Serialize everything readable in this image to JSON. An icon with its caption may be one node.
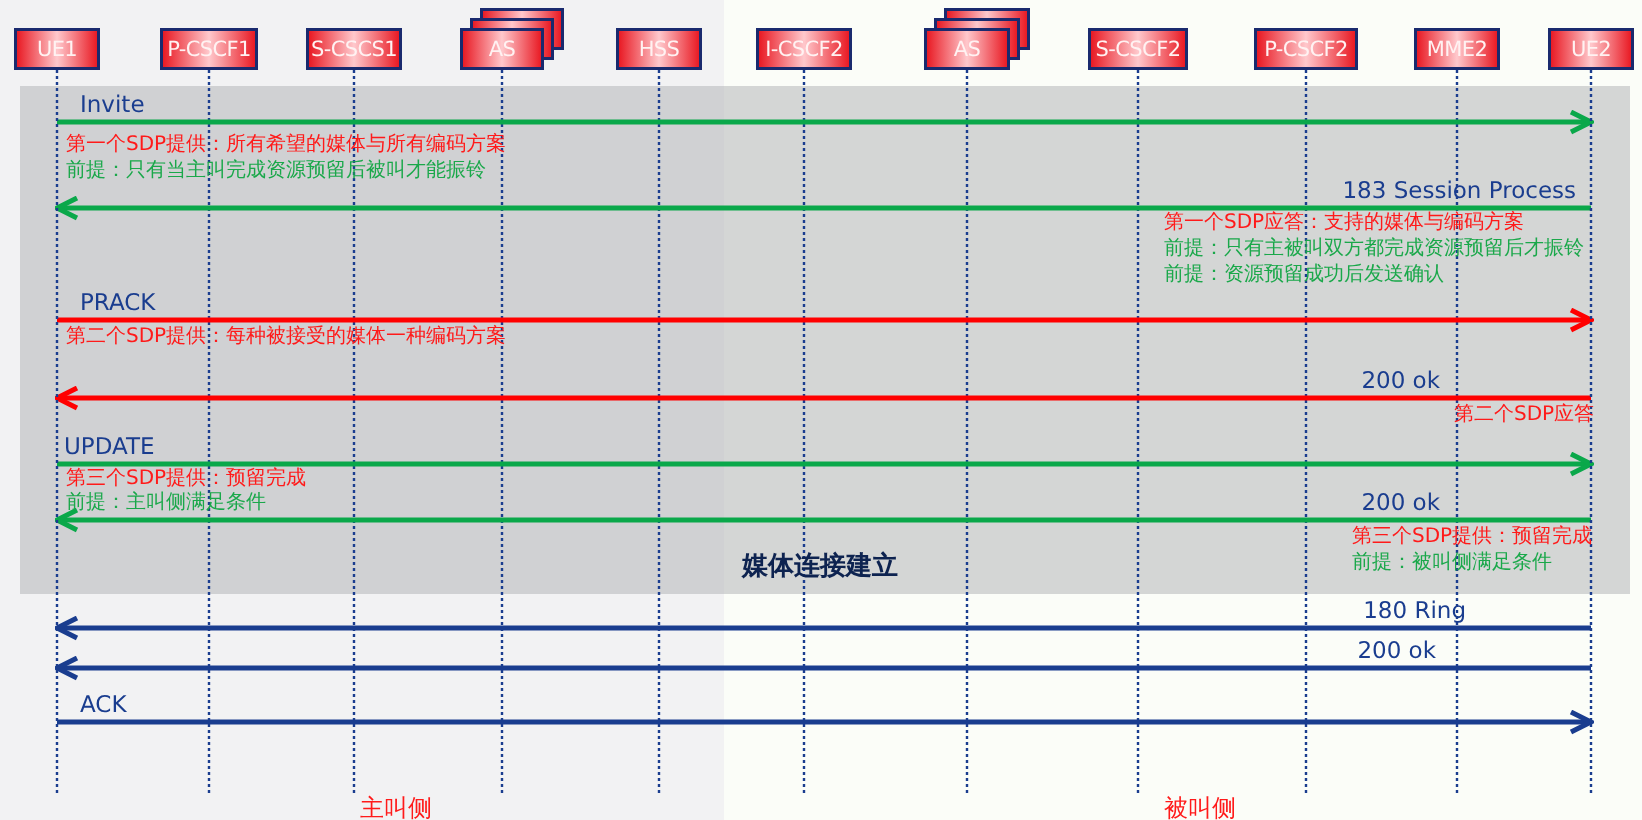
{
  "diagram": {
    "nodes": [
      {
        "text": [
          "UE1"
        ]
      },
      {
        "text": [
          "P-CSCF1"
        ]
      },
      {
        "text": [
          "S-CSCS1"
        ]
      },
      {
        "text": [
          "AS"
        ]
      },
      {
        "text": [
          "HSS"
        ]
      },
      {
        "text": [
          "I-CSCF2"
        ]
      },
      {
        "text": [
          "AS"
        ]
      },
      {
        "text": [
          "S-CSCF2"
        ]
      },
      {
        "text": [
          "P-CSCF2"
        ]
      },
      {
        "text": [
          "MME2"
        ]
      },
      {
        "text": [
          "UE2"
        ]
      }
    ],
    "edges": [
      {
        "from": 0,
        "to": 10,
        "arrow": "to",
        "label": "Invite",
        "color": "#0aa84a"
      },
      {
        "from": 10,
        "to": 0,
        "arrow": "to",
        "label": "183 Session Process",
        "color": "#0aa84a"
      },
      {
        "from": 0,
        "to": 10,
        "arrow": "to",
        "label": "PRACK",
        "color": "#ff0000"
      },
      {
        "from": 10,
        "to": 0,
        "arrow": "to",
        "label": "200 ok",
        "color": "#ff0000"
      },
      {
        "from": 0,
        "to": 10,
        "arrow": "to",
        "label": "UPDATE",
        "color": "#0aa84a"
      },
      {
        "from": 10,
        "to": 0,
        "arrow": "to",
        "label": "200 ok",
        "color": "#0aa84a"
      },
      {
        "from": 10,
        "to": 0,
        "arrow": "to",
        "label": "180 Ring",
        "color": "#1a3d8f"
      },
      {
        "from": 10,
        "to": 0,
        "arrow": "to",
        "label": "200 ok",
        "color": "#1a3d8f"
      },
      {
        "from": 0,
        "to": 10,
        "arrow": "to",
        "label": "ACK",
        "color": "#1a3d8f"
      }
    ],
    "labels": [
      "第一个SDP提供：所有希望的媒体与所有编码方案",
      "前提：只有当主叫完成资源预留后被叫才能振铃",
      "第一个SDP应答：支持的媒体与编码方案",
      "前提：只有主被叫双方都完成资源预留后才振铃",
      "前提：资源预留成功后发送确认",
      "第二个SDP提供：每种被接受的媒体一种编码方案",
      "第二个SDP应答",
      "第三个SDP提供：预留完成",
      "前提：主叫侧满足条件",
      "第三个SDP提供：预留完成",
      "前提：被叫侧满足条件",
      "媒体连接建立",
      "主叫侧",
      "被叫侧"
    ]
  }
}
